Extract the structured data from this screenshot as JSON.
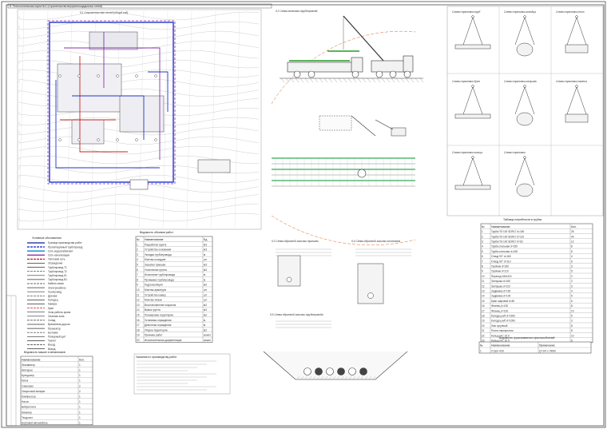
{
  "sheet_title": "5. Технологическая карта №1 (строительство внутриплощадочных сетей)",
  "plan": {
    "title": "5.1 Строительство сетей (общий вид)"
  },
  "crane": {
    "title": "5.2 Схема монтажа трубопровода"
  },
  "slings": {
    "items": [
      {
        "caption": "Схема строповки труб"
      },
      {
        "caption": "Схема строповки колодца"
      },
      {
        "caption": "Схема строповки плит"
      },
      {
        "caption": "Схема строповки бухт"
      },
      {
        "caption": "Схема строповки катушек"
      },
      {
        "caption": "Схема строповки пакета"
      },
      {
        "caption": "Схема строповки кольца"
      },
      {
        "caption": "Схема строповки"
      }
    ]
  },
  "legend": {
    "title": "Условные обозначения",
    "items": [
      {
        "label": "Граница производства работ",
        "color": "#3344aa"
      },
      {
        "label": "Проектируемый трубопровод",
        "color": "#2233cc"
      },
      {
        "label": "Сеть водоснабжения",
        "color": "#0088cc"
      },
      {
        "label": "Сеть канализации",
        "color": "#8833aa"
      },
      {
        "label": "Тепловая сеть",
        "color": "#cc2222"
      },
      {
        "label": "Ограждение",
        "color": "#333333"
      },
      {
        "label": "Трубопровод Т1",
        "color": "#333333"
      },
      {
        "label": "Трубопровод Т2",
        "color": "#333333"
      },
      {
        "label": "Трубопровод К1",
        "color": "#333333"
      },
      {
        "label": "Трубопровод В1",
        "color": "#333333"
      },
      {
        "label": "Кабель связи",
        "color": "#333333"
      },
      {
        "label": "Электрокабель",
        "color": "#333333"
      },
      {
        "label": "Газопровод",
        "color": "#333333"
      },
      {
        "label": "Дренаж",
        "color": "#333333"
      },
      {
        "label": "Колодец",
        "color": "#333333"
      },
      {
        "label": "Камера",
        "color": "#333333"
      },
      {
        "label": "Кран",
        "color": "#cc2222"
      },
      {
        "label": "Зона работы крана",
        "color": "#333333"
      },
      {
        "label": "Опасная зона",
        "color": "#333333"
      },
      {
        "label": "Склад",
        "color": "#333333"
      },
      {
        "label": "Временная дорога",
        "color": "#333333"
      },
      {
        "label": "Прожектор",
        "color": "#333333"
      },
      {
        "label": "Бытовки",
        "color": "#333333"
      },
      {
        "label": "Пожарный щит",
        "color": "#333333"
      },
      {
        "label": "Туалет",
        "color": "#333333"
      },
      {
        "label": "Въезд",
        "color": "#333333"
      },
      {
        "label": "Выезд",
        "color": "#333333"
      }
    ]
  },
  "works_table": {
    "title": "Ведомость объемов работ",
    "headers": [
      "№",
      "Наименование",
      "Ед."
    ],
    "rows": [
      [
        "1",
        "Разработка грунта",
        "м3"
      ],
      [
        "2",
        "Устройство основания",
        "м3"
      ],
      [
        "3",
        "Укладка трубопровода",
        "м"
      ],
      [
        "4",
        "Монтаж колодцев",
        "шт"
      ],
      [
        "5",
        "Засыпка траншеи",
        "м3"
      ],
      [
        "6",
        "Уплотнение грунта",
        "м3"
      ],
      [
        "7",
        "Испытание трубопровода",
        "м"
      ],
      [
        "8",
        "Промывка трубопровода",
        "м"
      ],
      [
        "9",
        "Гидроизоляция",
        "м2"
      ],
      [
        "10",
        "Монтаж арматуры",
        "шт"
      ],
      [
        "11",
        "Устройство камер",
        "шт"
      ],
      [
        "12",
        "Монтаж люков",
        "шт"
      ],
      [
        "13",
        "Восстановление покрытия",
        "м2"
      ],
      [
        "14",
        "Вывоз грунта",
        "м3"
      ],
      [
        "15",
        "Планировка территории",
        "м2"
      ],
      [
        "16",
        "Установка ограждения",
        "м"
      ],
      [
        "17",
        "Демонтаж ограждения",
        "м"
      ],
      [
        "18",
        "Уборка территории",
        "м2"
      ],
      [
        "19",
        "Приемка работ",
        "компл"
      ],
      [
        "20",
        "Исполнительная документация",
        "компл"
      ]
    ]
  },
  "machines_table": {
    "title": "Ведомость машин и механизмов",
    "headers": [
      "Наименование",
      "Кол."
    ],
    "rows": [
      [
        "Экскаватор",
        "1"
      ],
      [
        "Автокран",
        "1"
      ],
      [
        "Бульдозер",
        "1"
      ],
      [
        "Каток",
        "1"
      ],
      [
        "Самосвал",
        "2"
      ],
      [
        "Сварочный аппарат",
        "2"
      ],
      [
        "Компрессор",
        "1"
      ],
      [
        "Насос",
        "1"
      ],
      [
        "Виброплита",
        "1"
      ],
      [
        "Нивелир",
        "1"
      ],
      [
        "Теодолит",
        "1"
      ],
      [
        "Бортовой автомобиль",
        "1"
      ]
    ]
  },
  "notes": {
    "title": "Указания по производству работ"
  },
  "sections": [
    {
      "title": "5.3 Схема обратной засыпки траншеи"
    },
    {
      "title": "5.4 Схема обратной засыпки котлована"
    },
    {
      "title": "5.5 Схема обратной засыпки трубопровода"
    }
  ],
  "pipes_table": {
    "title": "Таблица потребности в трубах",
    "headers": [
      "№",
      "Наименование",
      "Кол."
    ],
    "rows": [
      [
        "1",
        "Труба ПЭ 100 SDR17 d=160",
        "25"
      ],
      [
        "2",
        "Труба ПЭ 100 SDR17 d=110",
        "40"
      ],
      [
        "3",
        "Труба ПЭ 100 SDR17 d=63",
        "12"
      ],
      [
        "4",
        "Труба стальная d=159",
        "8"
      ],
      [
        "5",
        "Труба стальная d=108",
        "6"
      ],
      [
        "6",
        "Отвод 90° d=160",
        "4"
      ],
      [
        "7",
        "Отвод 90° d=110",
        "6"
      ],
      [
        "8",
        "Тройник d=160",
        "3"
      ],
      [
        "9",
        "Тройник d=110",
        "5"
      ],
      [
        "10",
        "Переход 160x110",
        "2"
      ],
      [
        "11",
        "Заглушка d=160",
        "2"
      ],
      [
        "12",
        "Заглушка d=110",
        "3"
      ],
      [
        "13",
        "Задвижка d=150",
        "4"
      ],
      [
        "14",
        "Задвижка d=100",
        "5"
      ],
      [
        "15",
        "Кран шаровой d=50",
        "6"
      ],
      [
        "16",
        "Фланец d=150",
        "8"
      ],
      [
        "17",
        "Фланец d=100",
        "10"
      ],
      [
        "18",
        "Колодец ж/б d=1500",
        "5"
      ],
      [
        "19",
        "Колодец ж/б d=1000",
        "3"
      ],
      [
        "20",
        "Люк чугунный",
        "8"
      ],
      [
        "21",
        "Плита перекрытия",
        "8"
      ],
      [
        "22",
        "Кольцо КС 15.9",
        "10"
      ],
      [
        "23",
        "Кольцо КС 10.9",
        "6"
      ]
    ]
  },
  "small_table": {
    "title": "Ведомость грузозахватных приспособлений",
    "headers": [
      "№",
      "Наименование",
      "Примечание"
    ],
    "rows": [
      [
        "1",
        "Строп 4СК",
        "Q=10т L=5000"
      ]
    ]
  },
  "colors": {
    "outline": "#333333",
    "plan_blue": "#2233cc",
    "plan_purple": "#8833aa",
    "plan_red": "#cc2222",
    "pipe_green": "#44aa44",
    "crane_green": "#33aa55",
    "dim_orange": "#dd6622"
  }
}
